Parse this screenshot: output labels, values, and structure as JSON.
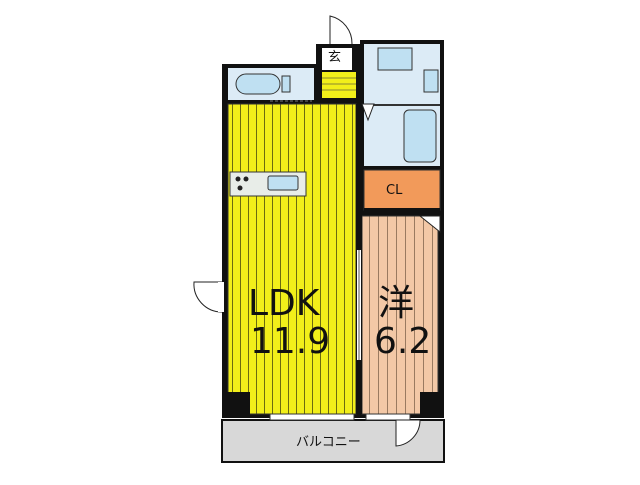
{
  "floorplan": {
    "rooms": {
      "ldk": {
        "name": "LDK",
        "size": "11.9"
      },
      "western": {
        "name": "洋",
        "size": "6.2"
      },
      "closet": {
        "name": "CL"
      },
      "entrance": {
        "name": "玄"
      },
      "balcony": {
        "name": "バルコニー"
      }
    },
    "colors": {
      "ldk": "#f2ef1a",
      "ldk_lines": "#5a5a10",
      "western": "#f3c8a6",
      "western_lines": "#9a7a60",
      "closet": "#f29a5a",
      "wet_area": "#dcebf6",
      "fixture": "#bfe0f2",
      "balcony": "#d8d8d8",
      "wall": "#111111"
    }
  }
}
